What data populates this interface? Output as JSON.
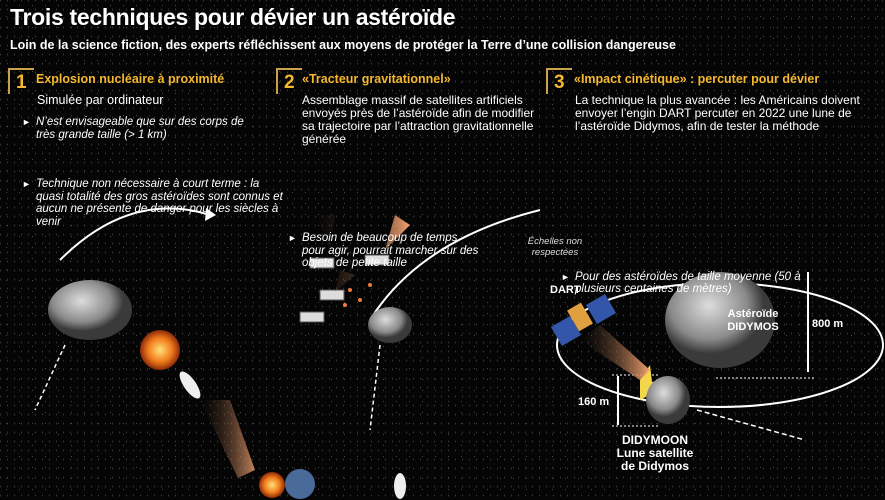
{
  "title": "Trois techniques pour dévier un astéroïde",
  "subtitle": "Loin de la science fiction, des experts réfléchissent aux moyens de protéger la Terre d’une collision dangereuse",
  "sections": [
    {
      "number": "1",
      "heading": "Explosion nucléaire à proximité",
      "description": "Simulée par ordinateur",
      "bullets": [
        "N’est envisageable que sur des corps de très grande taille (> 1 km)",
        "Technique non nécessaire à court terme : la quasi totalité des gros astéroïdes sont connus et aucun ne présente de danger pour les siècles à venir"
      ]
    },
    {
      "number": "2",
      "heading": "«Tracteur gravitationnel»",
      "description": "Assemblage massif de satellites artificiels envoyés près de l’astéroïde afin de modifier sa trajectoire par l’attraction gravitationnelle générée",
      "bullets": [
        "Besoin de beaucoup de temps pour agir, pourrait marcher sur des objets de petite taille"
      ]
    },
    {
      "number": "3",
      "heading": "«Impact cinétique» : percuter pour dévier",
      "description": "La technique la plus avancée : les Américains doivent envoyer l’engin DART percuter en 2022 une lune de l’astéroïde Didymos, afin de tester la méthode",
      "bullets": [
        "Pour des astéroïdes de taille moyenne (50 à plusieurs centaines de mètres)"
      ]
    }
  ],
  "diagram3": {
    "scale_note": "Échelles non respectées",
    "spacecraft": "DART",
    "asteroid": "Astéroïde DIDYMOS",
    "asteroid_size": "800 m",
    "moon_size": "160 m",
    "moon": "DIDYMOON",
    "moon_caption_1": "Lune satellite",
    "moon_caption_2": "de Didymos"
  },
  "colors": {
    "accent": "#f5b82e",
    "background": "#050505"
  }
}
